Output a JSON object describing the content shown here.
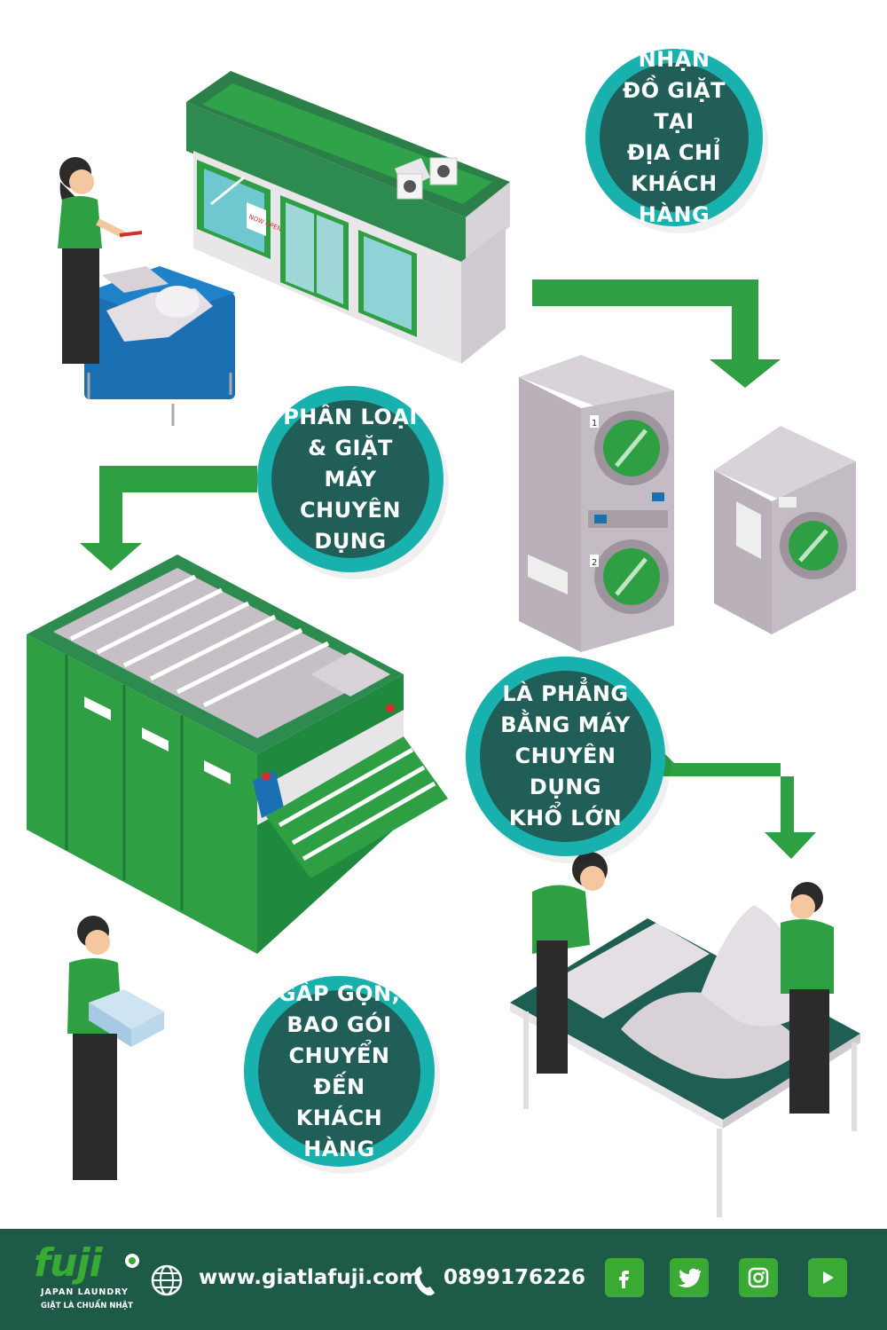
{
  "steps": [
    {
      "lines": [
        "NHẬN",
        "ĐỒ GIẶT TẠI",
        "ĐỊA CHỈ",
        "KHÁCH HÀNG"
      ]
    },
    {
      "lines": [
        "PHÂN LOẠI",
        "& GIẶT MÁY",
        "CHUYÊN DỤNG"
      ]
    },
    {
      "lines": [
        "LÀ PHẲNG",
        "BẰNG MÁY",
        "CHUYÊN DỤNG",
        "KHỔ LỚN"
      ]
    },
    {
      "lines": [
        "GẤP GỌN,",
        "BAO GÓI",
        "CHUYỂN ĐẾN",
        "KHÁCH HÀNG"
      ]
    }
  ],
  "scene": {
    "store_sign": "NOW OPEN",
    "washer_labels": [
      "1",
      "2"
    ]
  },
  "footer": {
    "brand": "fuji",
    "brand_sub": "JAPAN LAUNDRY",
    "tagline": "GIẶT LÀ CHUẨN NHẬT",
    "website": "www.giatlafuji.com",
    "phone": "0899176226",
    "social_icons": [
      "facebook-icon",
      "twitter-icon",
      "instagram-icon",
      "youtube-icon"
    ]
  },
  "colors": {
    "green": "#2ea043",
    "dark_green": "#1e5a48",
    "teal": "#19b1ae",
    "bubble_fill": "#215e58",
    "machine_grey": "#c4bcc4"
  }
}
